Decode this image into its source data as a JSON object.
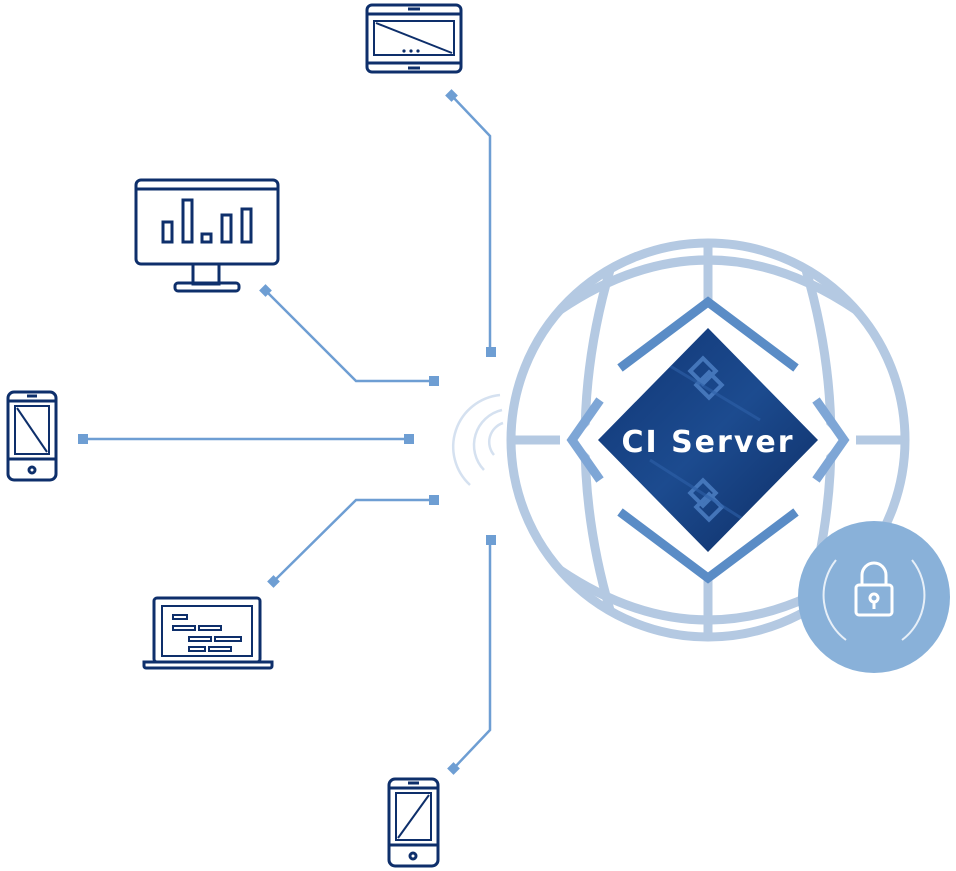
{
  "diagram": {
    "server_label": "CI Server",
    "colors": {
      "device_stroke": "#0e2f6b",
      "connector": "#6e9ed3",
      "globe": "#b4c9e2",
      "diamond_outer": "#5a8cc6",
      "diamond_inner": "#0e2f6b",
      "lock_circle": "#89b1d9",
      "lock_icon": "#ffffff"
    },
    "devices": [
      {
        "name": "tablet",
        "icon": "tablet-icon"
      },
      {
        "name": "desktop-monitor",
        "icon": "bar-chart-monitor-icon"
      },
      {
        "name": "mobile-phone-left",
        "icon": "mobile-phone-icon"
      },
      {
        "name": "laptop",
        "icon": "laptop-code-icon"
      },
      {
        "name": "mobile-phone-bottom",
        "icon": "mobile-phone-icon"
      }
    ],
    "security_badge": {
      "icon": "padlock-icon"
    }
  }
}
